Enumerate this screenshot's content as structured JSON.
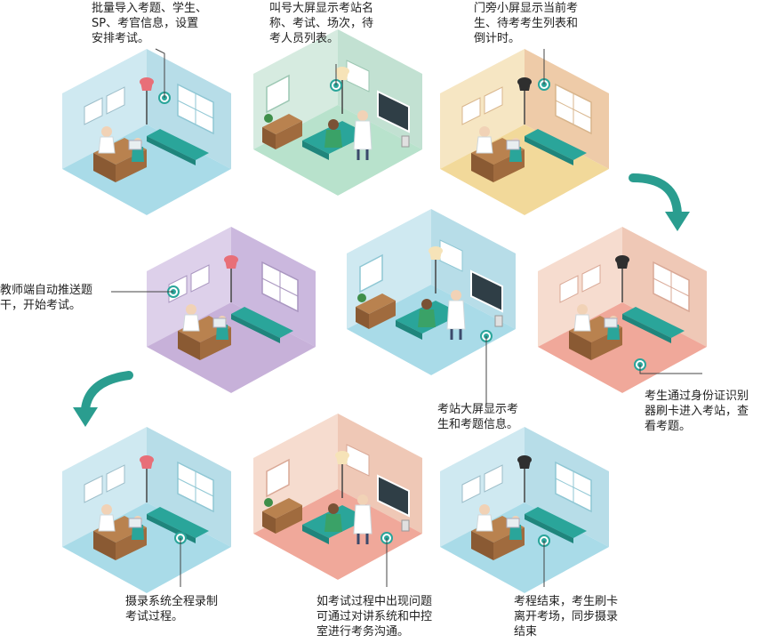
{
  "captions": {
    "c1": "批量导入考题、学生、\nSP、考官信息，设置\n安排考试。",
    "c2": "叫号大屏显示考站名\n称、考试、场次，待\n考人员列表。",
    "c3": "门旁小屏显示当前考\n生、待考考生列表和\n倒计时。",
    "c4": "教师端自动推送题\n干，开始考试。",
    "c5": "考站大屏显示考\n生和考题信息。",
    "c6": "考生通过身份证识别\n器刷卡进入考站，查\n看考题。",
    "c7": "摄录系统全程录制\n考试过程。",
    "c8": "如考试过程中出现问题\n可通过对讲系统和中控\n室进行考务沟通。",
    "c9": "考程结束，考生刷卡\n离开考场，同步摄录\n结束"
  },
  "colors": {
    "teal": "#2aa59a",
    "arrow": "#2a9d8f",
    "blue_floor": "#a9dbe8",
    "blue_wall": "#c9e8f0",
    "green_floor": "#b8e2cc",
    "yellow_floor": "#f2d99a",
    "purple_floor": "#c7b1d9",
    "salmon_floor": "#f0a89a",
    "peach_wall": "#f3d4c2"
  },
  "rooms": [
    {
      "id": "r1",
      "kind": "office",
      "floor": "#a9dbe8",
      "wall": "#cfe9f1",
      "wall2": "#b7dde8"
    },
    {
      "id": "r2",
      "kind": "station",
      "floor": "#b8e2cc",
      "wall": "#d6ebe0",
      "wall2": "#c2e1d2"
    },
    {
      "id": "r3",
      "kind": "office",
      "floor": "#f2d99a",
      "wall": "#f6e6c3",
      "wall2": "#eecba8"
    },
    {
      "id": "r4",
      "kind": "office",
      "floor": "#c7b1d9",
      "wall": "#ddd0ea",
      "wall2": "#cbb8de"
    },
    {
      "id": "r5",
      "kind": "station",
      "floor": "#a9dbe8",
      "wall": "#cfe9f1",
      "wall2": "#b7dde8"
    },
    {
      "id": "r6",
      "kind": "office",
      "floor": "#f0a89a",
      "wall": "#f6dccf",
      "wall2": "#efc8b6"
    },
    {
      "id": "r7",
      "kind": "office",
      "floor": "#a9dbe8",
      "wall": "#cfe9f1",
      "wall2": "#b7dde8"
    },
    {
      "id": "r8",
      "kind": "station",
      "floor": "#f0a89a",
      "wall": "#f6dccf",
      "wall2": "#efc8b6"
    },
    {
      "id": "r9",
      "kind": "office",
      "floor": "#a9dbe8",
      "wall": "#cfe9f1",
      "wall2": "#b7dde8"
    }
  ]
}
